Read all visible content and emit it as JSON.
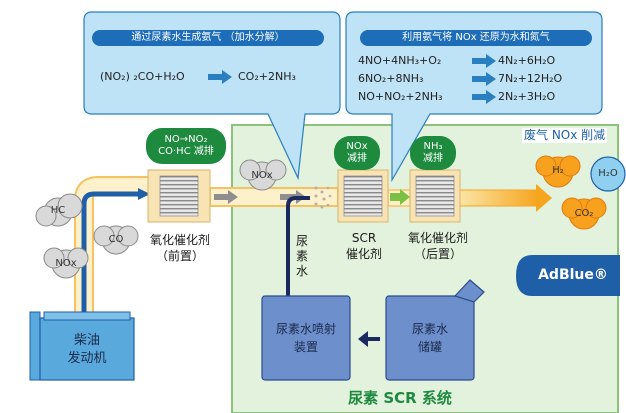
{
  "colors": {
    "bubble_fill": "#bfe3f6",
    "bubble_stroke": "#2a7fc0",
    "scr_zone": "#e3f2dd",
    "scr_border": "#8bc27a",
    "pill_green": "#1d8a3e",
    "pipe_orange": "#f6a51f",
    "pipe_blue": "#1f5fa8",
    "adblue": "#1f5fa8"
  },
  "bubble_left": {
    "title": "通过尿素水生成氨气 （加水分解）",
    "eq_left": "(NO₂) ₂CO+H₂O",
    "eq_right": "CO₂+2NH₃"
  },
  "bubble_right": {
    "title": "利用氨气将 NOx 还原为水和氮气",
    "rows": [
      {
        "left": "4NO+4NH₃+O₂",
        "right": "4N₂+6H₂O"
      },
      {
        "left": "6NO₂+8NH₃",
        "right": "7N₂+12H₂O"
      },
      {
        "left": "NO+NO₂+2NH₃",
        "right": "2N₂+3H₂O"
      }
    ]
  },
  "pills": {
    "oxidation": "NO→NO₂\nCO·HC 减排",
    "nox_reduction": "NOx\n减排",
    "nh3_reduction": "NH₃\n减排"
  },
  "clouds": {
    "hc": "HC",
    "co": "CO",
    "nox_left": "NOx",
    "nox_mid": "NOx",
    "h2": "H₂",
    "h2o": "H₂O",
    "co2": "CO₂"
  },
  "labels": {
    "front_catalyst": "氧化催化剂\n（前置）",
    "scr_catalyst": "SCR\n催化剂",
    "rear_catalyst": "氧化催化剂\n（后置）",
    "urea_water": "尿\n素\n水",
    "exhaust_reduction": "废气 NOx 削减",
    "engine": "柴油\n发动机",
    "injector": "尿素水喷射\n装置",
    "tank": "尿素水\n储罐",
    "adblue": "AdBlue®",
    "system_title": "尿素 SCR 系统"
  }
}
